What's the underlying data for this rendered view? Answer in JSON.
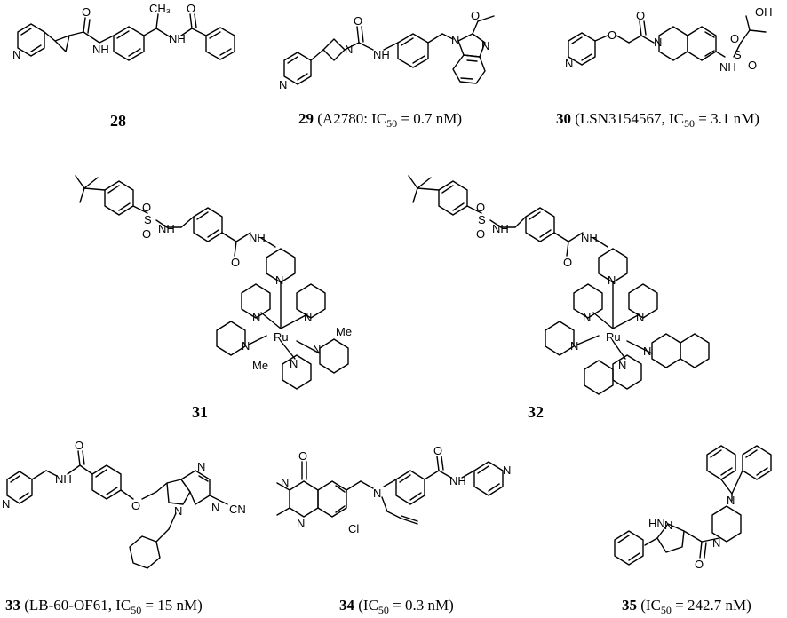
{
  "compounds": [
    {
      "id": "28",
      "caption": ""
    },
    {
      "id": "29",
      "caption": " (A2780: IC",
      "sub": "50",
      "after": " = 0.7 nM)"
    },
    {
      "id": "30",
      "caption": " (LSN3154567, IC",
      "sub": "50",
      "after": " = 3.1 nM)"
    },
    {
      "id": "31",
      "caption": ""
    },
    {
      "id": "32",
      "caption": ""
    },
    {
      "id": "33",
      "caption": " (LB-60-OF61, IC",
      "sub": "50",
      "after": " = 15 nM)"
    },
    {
      "id": "34",
      "caption": " (IC",
      "sub": "50",
      "after": " = 0.3 nM)"
    },
    {
      "id": "35",
      "caption": " (IC",
      "sub": "50",
      "after": " = 242.7 nM)"
    }
  ],
  "atoms": {
    "n": "N",
    "h": "H",
    "o": "O",
    "s": "S",
    "ru": "Ru",
    "me": "Me",
    "ch3": "CH₃",
    "nh": "NH",
    "hn": "HN",
    "oh": "OH",
    "cl": "Cl",
    "cn": "CN",
    "n_h": "N"
  }
}
